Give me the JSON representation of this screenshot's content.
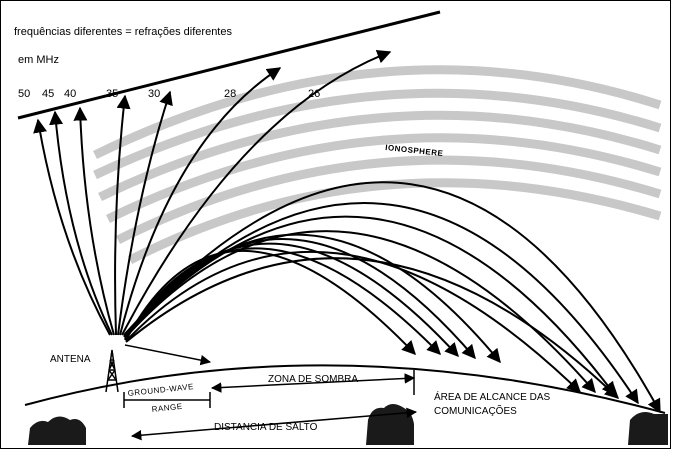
{
  "title": "frequências diferentes = refrações diferentes",
  "unit": "em MHz",
  "frequencies": [
    "50",
    "45",
    "40",
    "35",
    "30",
    "28",
    "26"
  ],
  "labels": {
    "ionosphere": "IONOSPHERE",
    "antenna": "ANTENA",
    "ground_wave_line1": "GROUND-WAVE",
    "ground_wave_line2": "RANGE",
    "shadow_zone": "ZONA DE SOMBRA",
    "skip_distance": "DISTANCIA DE SALTO",
    "coverage_line1": "ÁREA DE ALCANCE DAS",
    "coverage_line2": "COMUNICAÇÕES"
  },
  "colors": {
    "ionosphere_band": "#c8c8c8",
    "ink": "#000000",
    "background": "#ffffff"
  }
}
